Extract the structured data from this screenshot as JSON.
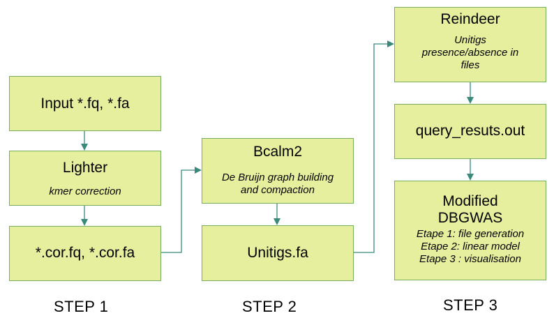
{
  "boxes": {
    "input": {
      "title": "Input *.fq, *.fa"
    },
    "lighter": {
      "title": "Lighter",
      "subtitle": "kmer correction"
    },
    "cor": {
      "title": "*.cor.fq, *.cor.fa"
    },
    "bcalm": {
      "title": "Bcalm2",
      "subtitle_1": "De Bruijn graph building",
      "subtitle_2": "and compaction"
    },
    "unitigs": {
      "title": "Unitigs.fa"
    },
    "reindeer": {
      "title": "Reindeer",
      "subtitle_1": "Unitigs",
      "subtitle_2": "presence/absence in",
      "subtitle_3": "files"
    },
    "query": {
      "title": "query_resuts.out"
    },
    "dbgwas": {
      "title_1": "Modified",
      "title_2": "DBGWAS",
      "line_1": "Etape 1: file generation",
      "line_2": "Etape 2: linear model",
      "line_3": "Etape 3 : visualisation"
    }
  },
  "steps": {
    "step1": "STEP 1",
    "step2": "STEP 2",
    "step3": "STEP 3"
  },
  "colors": {
    "box_fill": "#e6ef9e",
    "box_border": "#77ad5a",
    "connector": "#3a8a7c"
  }
}
